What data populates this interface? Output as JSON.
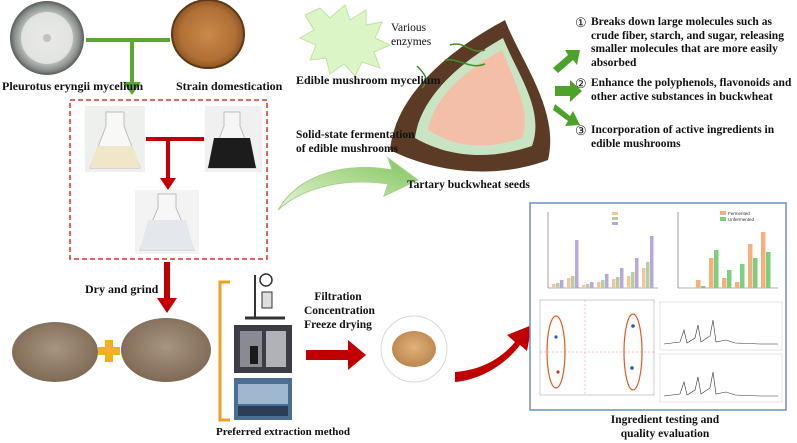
{
  "labels": {
    "mycelium": "Pleurotus eryngii mycelium",
    "strain": "Strain domestication",
    "edible_mycelium": "Edible mushroom mycelium",
    "enzymes": "Various\nenzymes",
    "fermentation": "Solid-state fermentation\nof edible mushrooms",
    "seeds": "Tartary buckwheat seeds",
    "dry": "Dry and grind",
    "process": "Filtration\nConcentration\nFreeze drying",
    "extraction": "Preferred extraction method",
    "testing": "Ingredient testing and\nquality evaluation"
  },
  "benefits": [
    {
      "num": "①",
      "text": "Breaks down large molecules such as crude fiber, starch, and sugar, releasing smaller molecules that are more easily absorbed"
    },
    {
      "num": "②",
      "text": "Enhance the polyphenols, flavonoids and other active substances in buckwheat"
    },
    {
      "num": "③",
      "text": "Incorporation of active ingredients in edible mushrooms"
    }
  ],
  "chart_legend": {
    "fermented": "Fermented",
    "unfermented": "Unfermented"
  },
  "colors": {
    "green_arrow": "#5aa832",
    "red_arrow": "#c00000",
    "dashed_box": "#d9302b",
    "orange_bracket": "#f0a020",
    "seed_coat": "#5b3a26",
    "seed_inner": "#f4bfa8",
    "seed_layer": "#c9e4c2",
    "plus": "#f0b020"
  }
}
